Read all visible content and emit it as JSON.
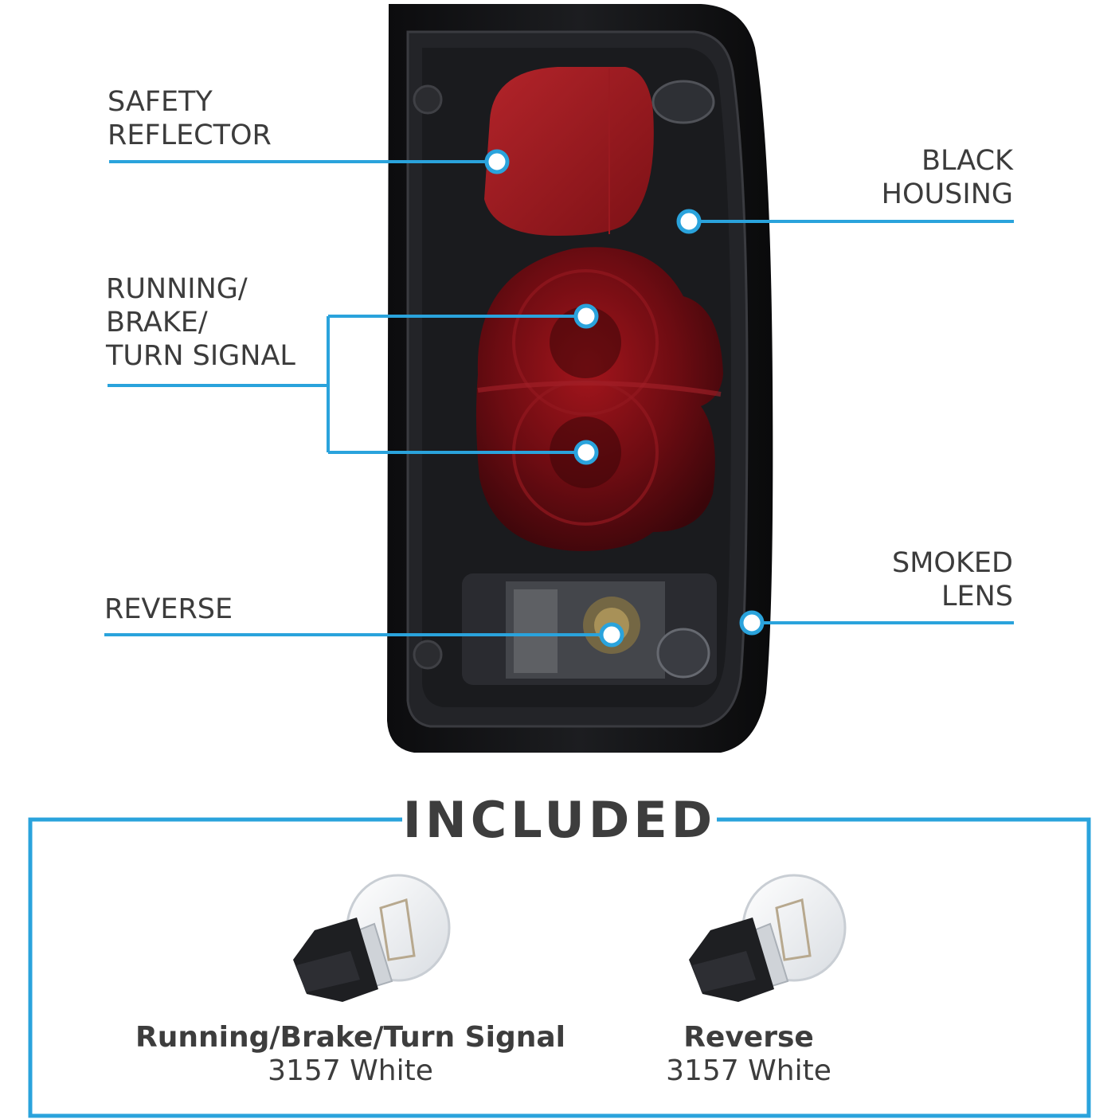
{
  "callouts": {
    "safety_reflector": [
      "SAFETY",
      "REFLECTOR"
    ],
    "black_housing": [
      "BLACK",
      "HOUSING"
    ],
    "running_brake_turn": [
      "RUNNING/",
      "BRAKE/",
      "TURN SIGNAL"
    ],
    "smoked_lens": [
      "SMOKED",
      "LENS"
    ],
    "reverse": [
      "REVERSE"
    ]
  },
  "included": {
    "title": "INCLUDED",
    "bulbs": [
      {
        "name": "Running/Brake/Turn Signal",
        "spec": "3157 White"
      },
      {
        "name": "Reverse",
        "spec": "3157 White"
      }
    ]
  },
  "colors": {
    "accent": "#2aa3dc",
    "housing": "#141416",
    "lens_red": "#7a0f14",
    "text": "#3c3c3c"
  },
  "icons": [
    "tail-light-image",
    "bulb-icon"
  ]
}
